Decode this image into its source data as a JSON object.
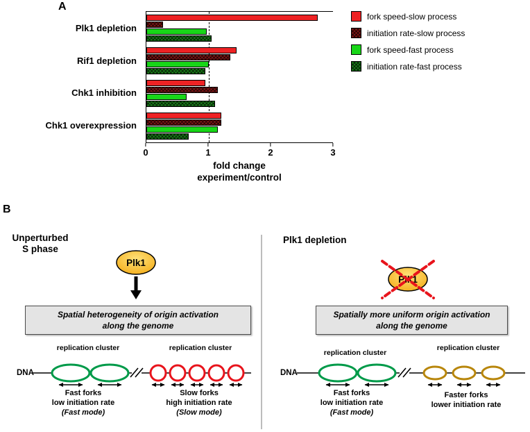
{
  "panel_a": {
    "label": "A",
    "chart_data": {
      "type": "bar",
      "orientation": "horizontal",
      "categories": [
        "Plk1 depletion",
        "Rif1 depletion",
        "Chk1 inhibition",
        "Chk1 overexpression"
      ],
      "series": [
        {
          "name": "fork speed-slow process",
          "color": "#ee2224",
          "pattern": "solid",
          "values": [
            2.75,
            1.45,
            0.95,
            1.2
          ]
        },
        {
          "name": "initiation rate-slow process",
          "color": "#7a1414",
          "pattern": "crosshatch",
          "values": [
            0.27,
            1.35,
            1.15,
            1.2
          ]
        },
        {
          "name": "fork speed-fast process",
          "color": "#18d618",
          "pattern": "solid",
          "values": [
            0.97,
            1.0,
            0.65,
            1.15
          ]
        },
        {
          "name": "initiation rate-fast process",
          "color": "#177a17",
          "pattern": "crosshatch",
          "values": [
            1.05,
            0.95,
            1.1,
            0.68
          ]
        }
      ],
      "xlabel": "fold change\nexperiment/control",
      "xlim": [
        0,
        3
      ],
      "xticks": [
        0,
        1,
        2,
        3
      ],
      "reference_line": 1,
      "grid": false,
      "legend_position": "right"
    }
  },
  "panel_b": {
    "label": "B",
    "left": {
      "title": "Unperturbed\nS phase",
      "kinase_label": "Plk1",
      "box_text": "Spatial heterogeneity of origin activation\nalong the genome",
      "dna_label": "DNA",
      "cluster1_label": "replication cluster",
      "cluster2_label": "replication cluster",
      "cluster1_caption": [
        "Fast forks",
        "low initiation rate",
        "(Fast mode)"
      ],
      "cluster2_caption": [
        "Slow forks",
        "high initiation rate",
        "(Slow mode)"
      ]
    },
    "right": {
      "title": "Plk1 depletion",
      "kinase_label": "Plk1",
      "box_text": "Spatially more uniform origin activation\nalong the genome",
      "dna_label": "DNA",
      "cluster1_label": "replication cluster",
      "cluster2_label": "replication cluster",
      "cluster1_caption": [
        "Fast forks",
        "low initiation rate",
        "(Fast mode)"
      ],
      "cluster2_caption": [
        "Faster forks",
        "lower initiation rate"
      ]
    },
    "colors": {
      "fast_cluster": "#009a49",
      "slow_cluster": "#e8141c",
      "faster_cluster": "#b8860b",
      "kinase_fill": "#fdb913",
      "box_bg": "#e4e4e4"
    }
  }
}
